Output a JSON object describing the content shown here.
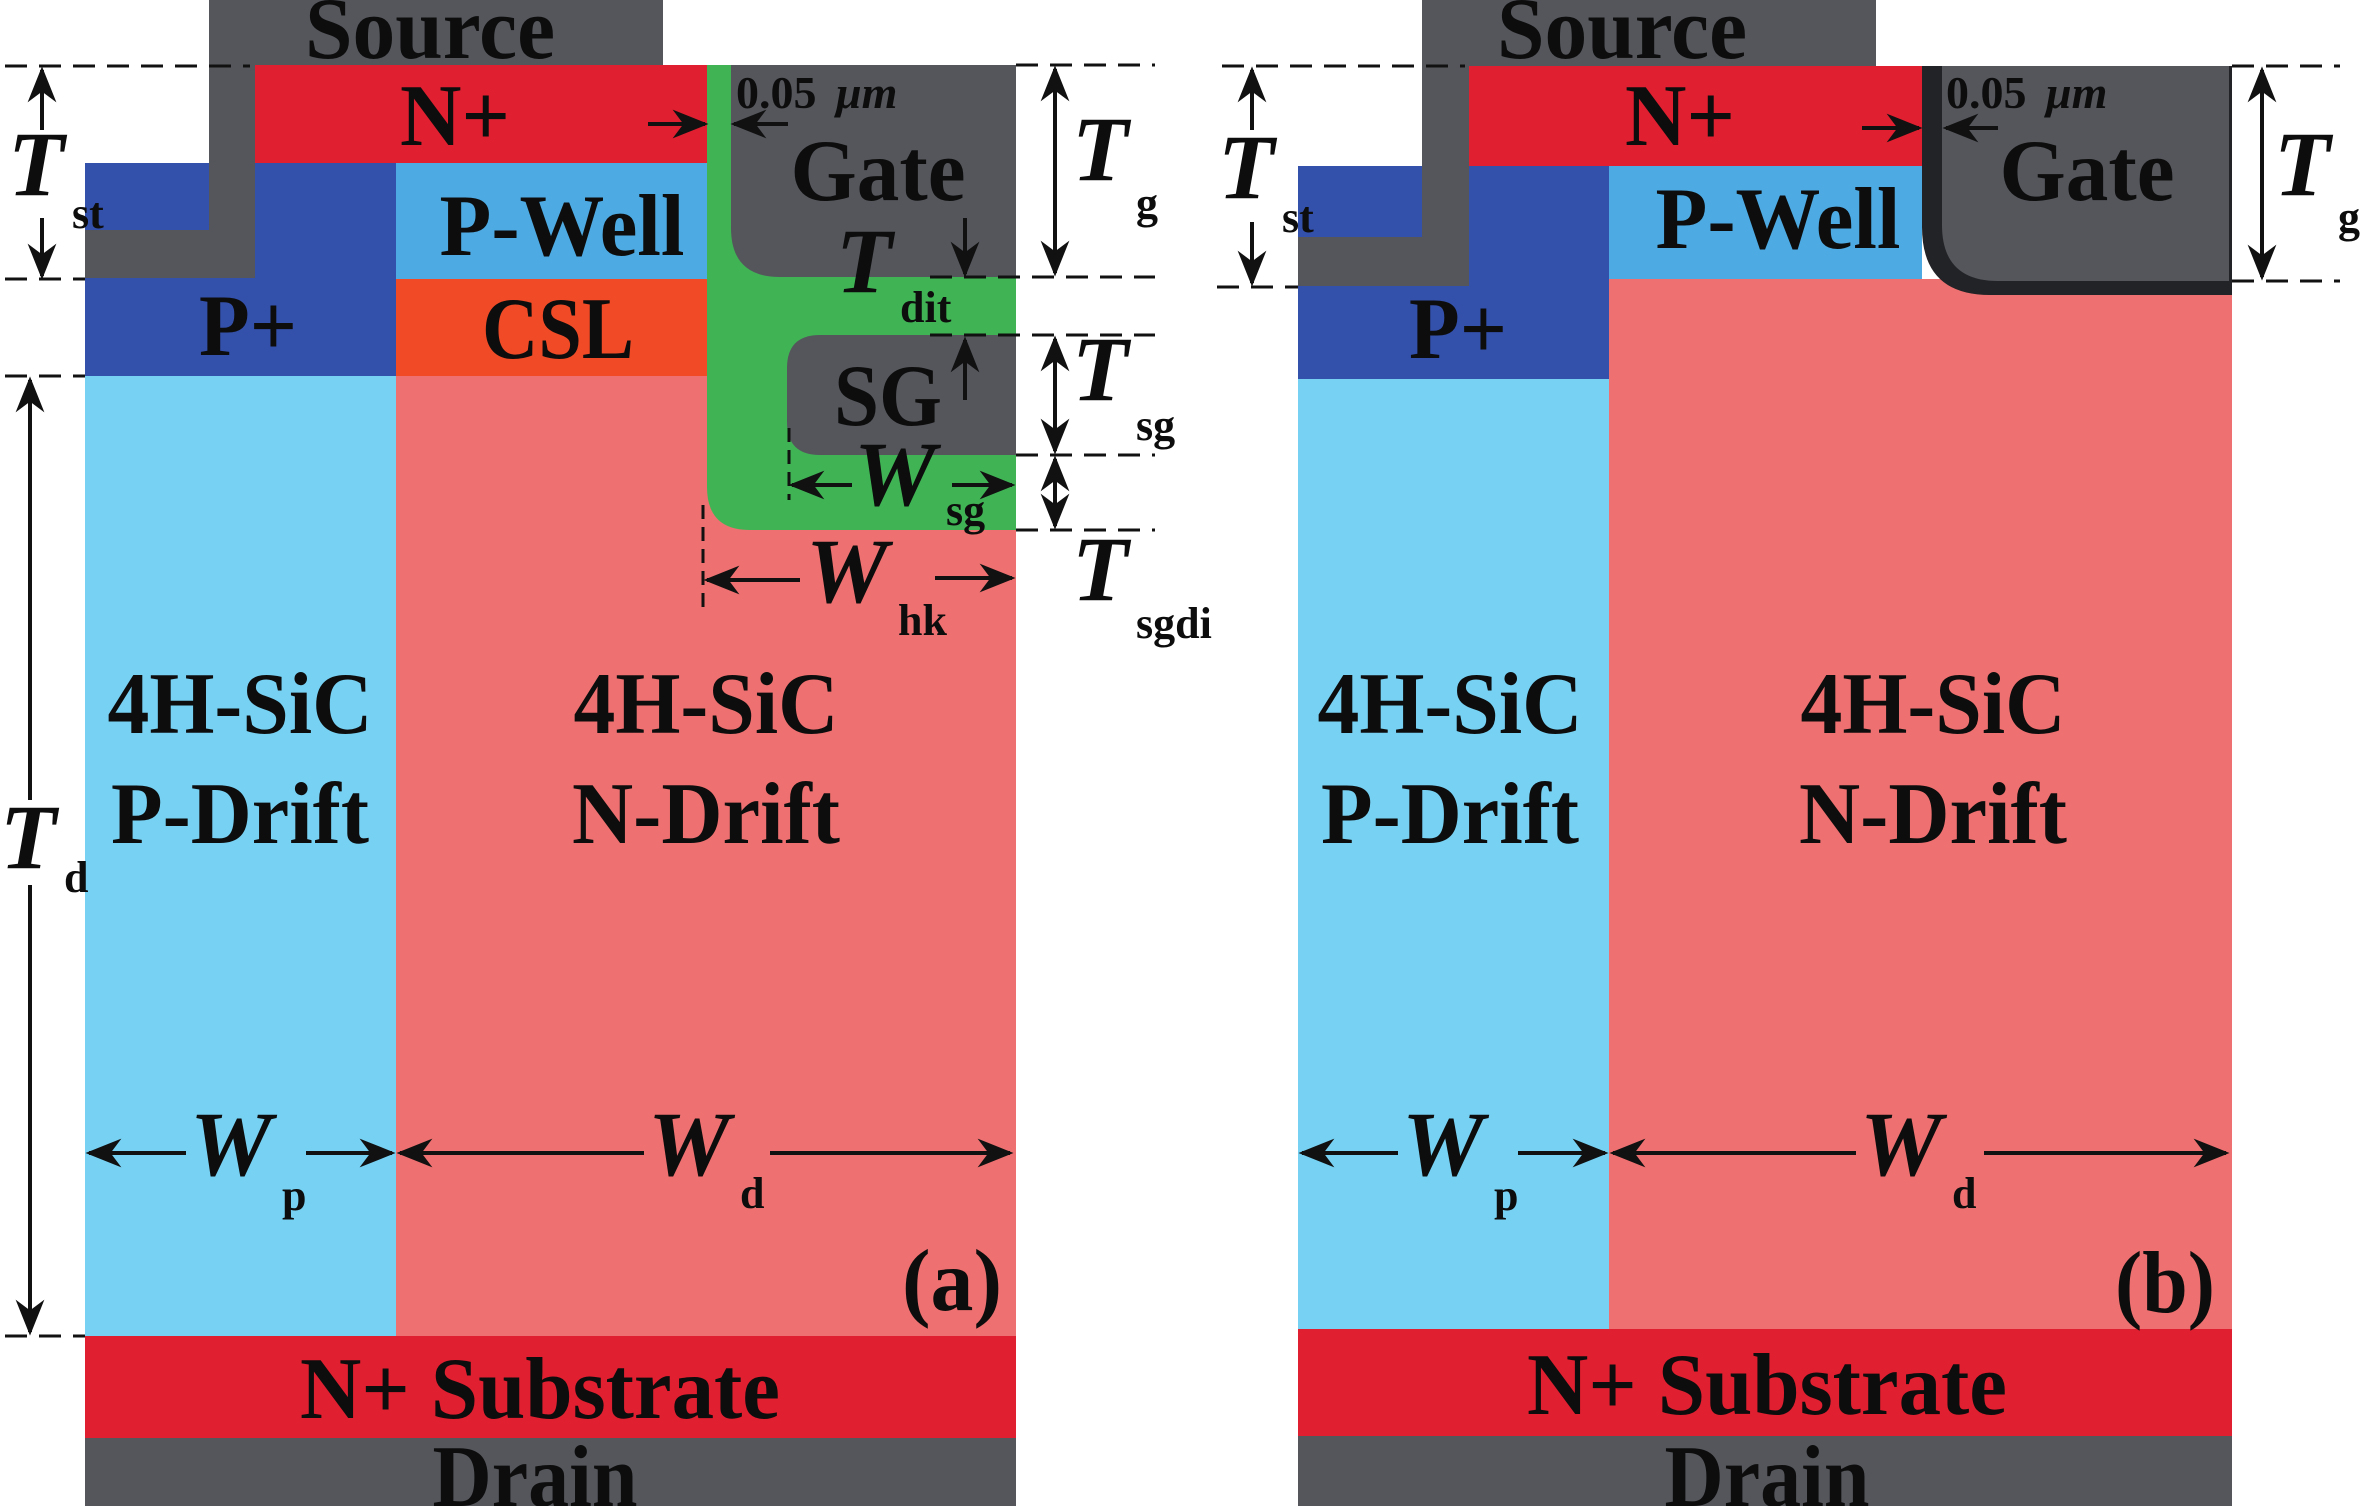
{
  "colors": {
    "metal": "#54565c",
    "n_plus": "#e01f30",
    "p_plus": "#3350ab",
    "p_well": "#4eaae2",
    "csl": "#f04b26",
    "p_drift": "#77d1f3",
    "n_drift": "#ee7070",
    "dielectric": "#40b455",
    "oxide": "#222326",
    "ink": "#0d0d0d"
  },
  "panel_a": {
    "source": "Source",
    "n_plus": "N+",
    "p_well": "P-Well",
    "p_plus": "P+",
    "csl": "CSL",
    "gate": "Gate",
    "shield_gate": "SG",
    "p_drift_line1": "4H-SiC",
    "p_drift_line2": "P-Drift",
    "n_drift_line1": "4H-SiC",
    "n_drift_line2": "N-Drift",
    "substrate": "N+ Substrate",
    "drain": "Drain",
    "panel_label": "(a)",
    "oxide_note_value": "0.05",
    "oxide_note_unit": "μm",
    "dims": {
      "t_st": {
        "sym": "T",
        "sub": "st"
      },
      "t_g": {
        "sym": "T",
        "sub": "g"
      },
      "t_dit": {
        "sym": "T",
        "sub": "dit"
      },
      "t_sg": {
        "sym": "T",
        "sub": "sg"
      },
      "w_sg": {
        "sym": "W",
        "sub": "sg"
      },
      "t_sgdi": {
        "sym": "T",
        "sub": "sgdi"
      },
      "w_hk": {
        "sym": "W",
        "sub": "hk"
      },
      "t_d": {
        "sym": "T",
        "sub": "d"
      },
      "w_p": {
        "sym": "W",
        "sub": "p"
      },
      "w_d": {
        "sym": "W",
        "sub": "d"
      }
    }
  },
  "panel_b": {
    "source": "Source",
    "n_plus": "N+",
    "p_well": "P-Well",
    "p_plus": "P+",
    "gate": "Gate",
    "p_drift_line1": "4H-SiC",
    "p_drift_line2": "P-Drift",
    "n_drift_line1": "4H-SiC",
    "n_drift_line2": "N-Drift",
    "substrate": "N+ Substrate",
    "drain": "Drain",
    "panel_label": "(b)",
    "oxide_note_value": "0.05",
    "oxide_note_unit": "μm",
    "dims": {
      "t_st": {
        "sym": "T",
        "sub": "st"
      },
      "t_g": {
        "sym": "T",
        "sub": "g"
      },
      "w_p": {
        "sym": "W",
        "sub": "p"
      },
      "w_d": {
        "sym": "W",
        "sub": "d"
      }
    }
  }
}
